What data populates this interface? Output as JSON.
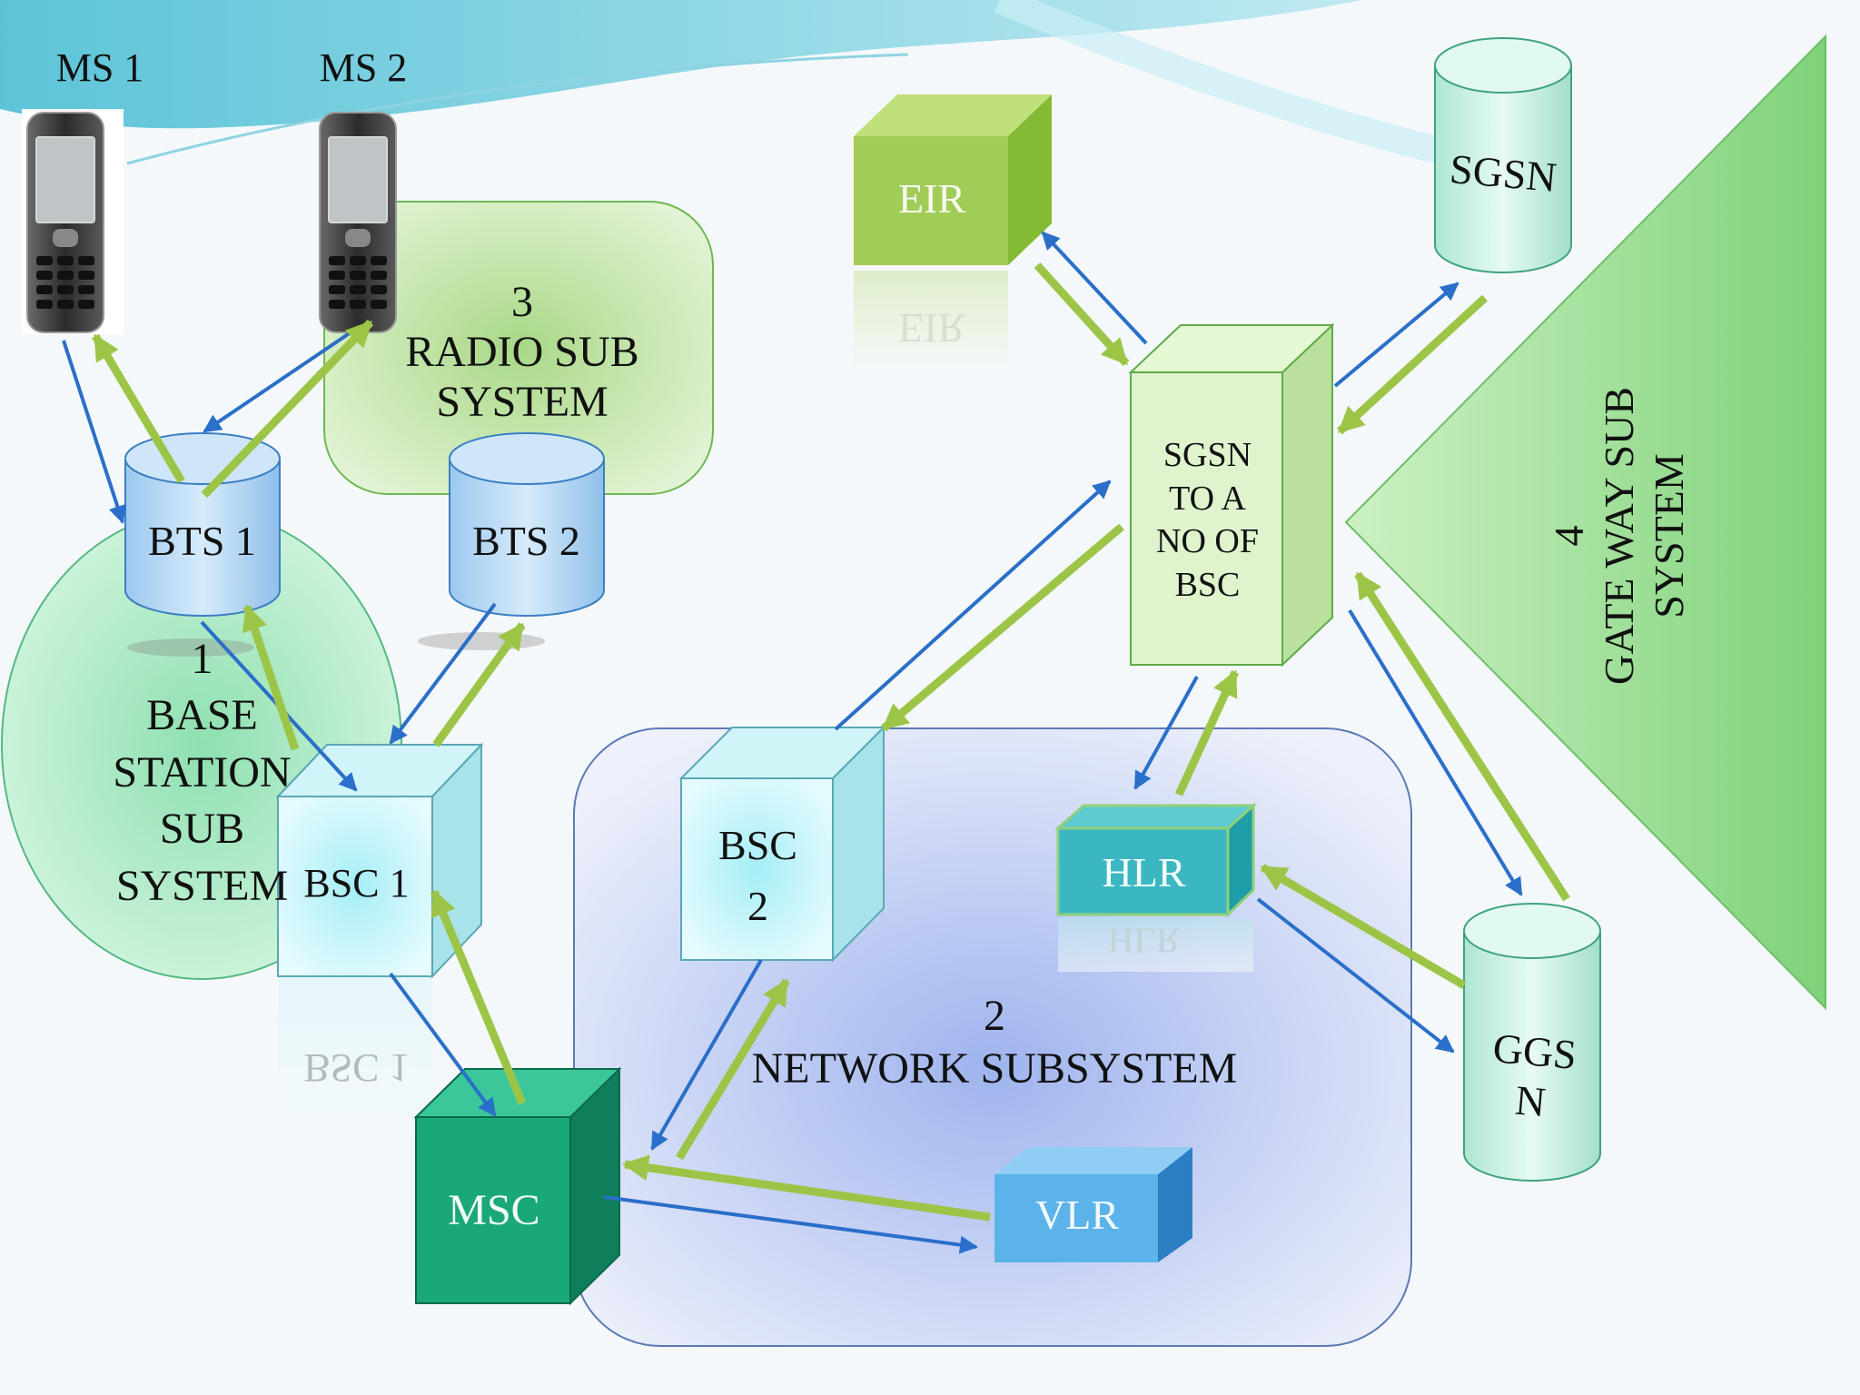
{
  "diagram": {
    "nodes": {
      "ms1": "MS 1",
      "ms2": "MS 2",
      "bts1": "BTS 1",
      "bts2": "BTS 2",
      "bsc1": "BSC 1",
      "bsc2": "BSC\n2",
      "msc": "MSC",
      "vlr": "VLR",
      "hlr": "HLR",
      "eir": "EIR",
      "eir_reflection": "EIR",
      "bsc1_reflection": "BSC 1",
      "hlr_reflection": "HLR",
      "sgsn": "SGSN",
      "sgsn_bsc": "SGSN\nTO A\nNO OF\nBSC",
      "ggsn": "GGS\nN"
    },
    "subsystems": {
      "base_station": "1\nBASE\nSTATION\nSUB\nSYSTEM",
      "radio": "3\nRADIO SUB\nSYSTEM",
      "network": "2\nNETWORK SUBSYSTEM",
      "gateway": "4\nGATE WAY SUB\nSYSTEM"
    },
    "colors": {
      "blue_arrow": "#2a6fc9",
      "green_arrow": "#9cc548",
      "bts_fill": "#b9dcf6",
      "bsc_fill": "#d8f6fb",
      "msc_fill": "#1aa87a",
      "vlr_fill": "#5cb3ea",
      "hlr_fill": "#3fbdc6",
      "eir_fill": "#9cc84e",
      "sgsn_fill": "#d2f3e6",
      "network_panel": "#c7d2f1",
      "radio_panel": "#d2eec0",
      "base_circle": "#b9edcb",
      "gateway_triangle": "#a6df9c"
    }
  }
}
